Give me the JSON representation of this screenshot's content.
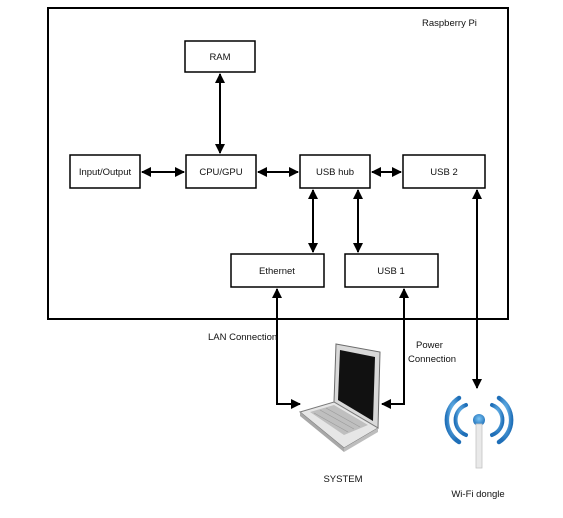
{
  "board": {
    "title": "Raspberry Pi"
  },
  "blocks": {
    "ram": "RAM",
    "io": "Input/Output",
    "cpu": "CPU/GPU",
    "usb_hub": "USB hub",
    "usb2": "USB 2",
    "ethernet": "Ethernet",
    "usb1": "USB 1"
  },
  "connections": {
    "lan": "LAN Connection",
    "power_line1": "Power",
    "power_line2": "Connection"
  },
  "devices": {
    "system": "SYSTEM",
    "wifi": "Wi-Fi dongle"
  },
  "icons": {
    "laptop": "laptop-icon",
    "wifi": "wifi-icon"
  },
  "colors": {
    "wifi_accent": "#2e8fd6",
    "line": "#000000"
  }
}
